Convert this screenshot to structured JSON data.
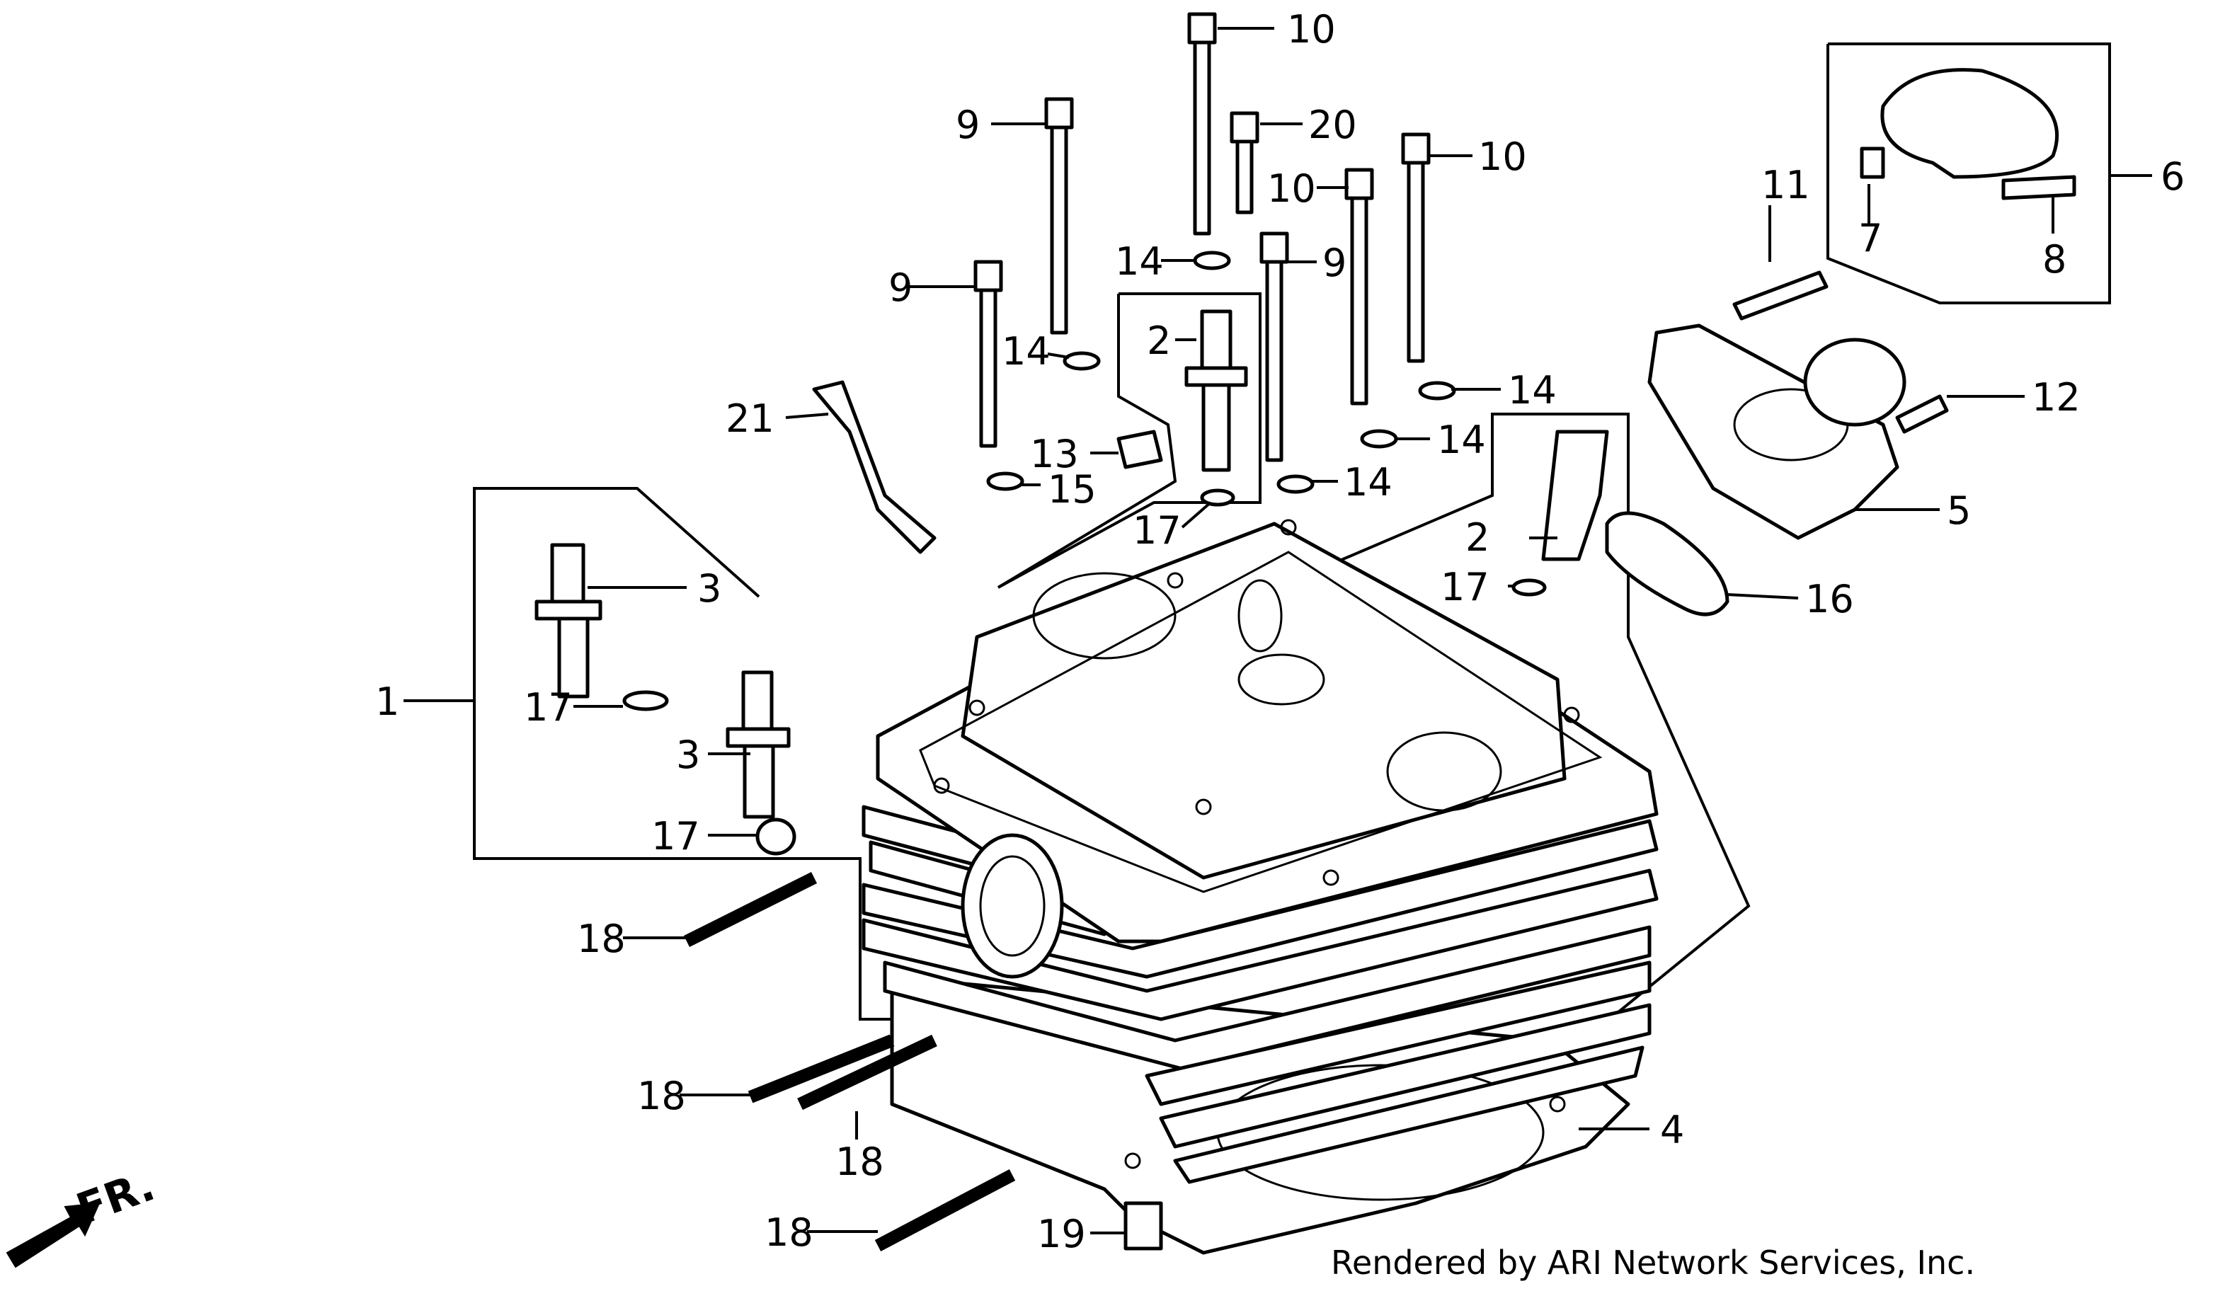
{
  "diagram": {
    "callouts": {
      "c1": "1",
      "c2a": "2",
      "c2b": "2",
      "c3a": "3",
      "c3b": "3",
      "c4": "4",
      "c5": "5",
      "c6": "6",
      "c7": "7",
      "c8": "8",
      "c9a": "9",
      "c9b": "9",
      "c9c": "9",
      "c10a": "10",
      "c10b": "10",
      "c10c": "10",
      "c11": "11",
      "c12": "12",
      "c13": "13",
      "c14a": "14",
      "c14b": "14",
      "c14c": "14",
      "c14d": "14",
      "c14e": "14",
      "c15": "15",
      "c16": "16",
      "c17a": "17",
      "c17b": "17",
      "c17c": "17",
      "c17d": "17",
      "c18a": "18",
      "c18b": "18",
      "c18c": "18",
      "c18d": "18",
      "c19": "19",
      "c20": "20",
      "c21": "21"
    },
    "front_marker": "FR.",
    "credit": "Rendered by ARI Network Services, Inc."
  }
}
